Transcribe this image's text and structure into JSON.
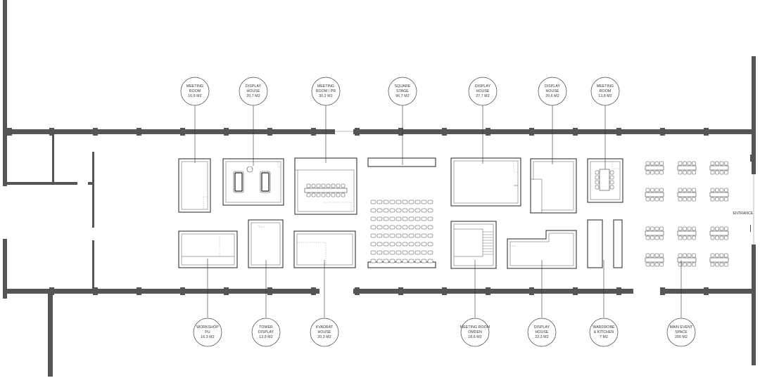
{
  "labels": {
    "meeting_room_1": [
      "MEETING",
      "ROOM",
      "16,9 M2"
    ],
    "display_house_1": [
      "DISPLAY",
      "HOUSE",
      "20,7 M2"
    ],
    "meeting_room_pr": [
      "MEETING",
      "ROOM / PR",
      "30,2 M2"
    ],
    "square_stage": [
      "SQUARE",
      "STAGE",
      "96,7 M2"
    ],
    "display_house_2": [
      "DISPLAY",
      "HOUSE",
      "27,7 M2"
    ],
    "display_house_3": [
      "DISPLAY",
      "HOUSE",
      "20,6 M2"
    ],
    "meeting_room_2": [
      "MEETING",
      "ROOM",
      "13,8 M2"
    ],
    "workshop": [
      "WORKSHOP",
      "PU",
      "16,3 M2"
    ],
    "tower_display": [
      "TOWER",
      "DISPLAY",
      "13,9 M2"
    ],
    "kvadrat_house": [
      "KVADRAT",
      "HOUSE",
      "20,3 M2"
    ],
    "meeting_room_omden": [
      "MEETING ROOM",
      "OMDEN",
      "18,6 M2"
    ],
    "display_house_4": [
      "DISPLAY",
      "HOUSE",
      "22,3 M2"
    ],
    "wardrobe_kitchen": [
      "WARDROBE",
      "& KITCHEN",
      "7 M2"
    ],
    "main_event_space": [
      "MAIN EVENT",
      "SPACE",
      "200 M2"
    ]
  },
  "entrance": "ENTRANCE"
}
